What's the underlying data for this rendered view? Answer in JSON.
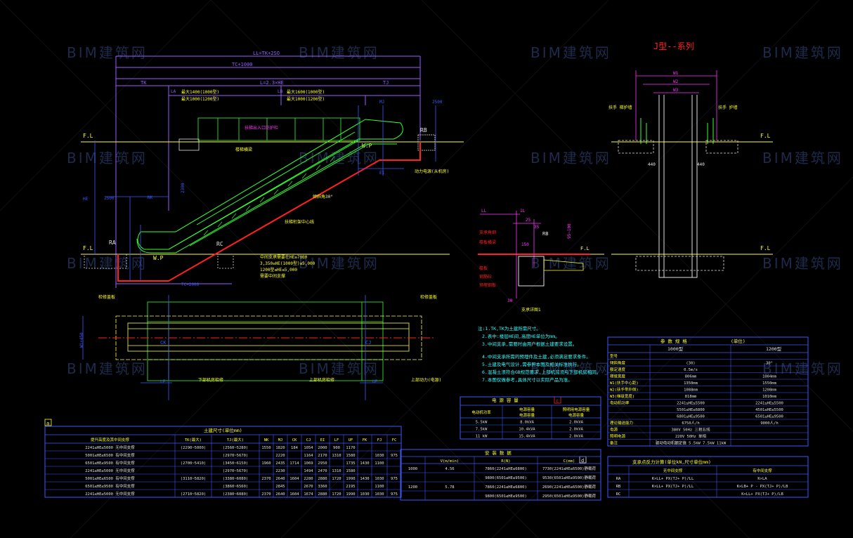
{
  "drawing": {
    "series_title": "J型--系列",
    "watermark": "BIM建筑网",
    "colors": {
      "bg": "#000000",
      "blue": "#3a58ff",
      "yellow": "#ffff33",
      "green": "#33ff33",
      "red": "#ff2020",
      "magenta": "#ff33ff",
      "cyan": "#33ffff",
      "white": "#e0e0e0",
      "violet": "#9a5cff"
    }
  },
  "elevation": {
    "dim_ll": "LL=TK+2SO",
    "dim_tc": "TC+1000",
    "dim_l": "L=2.3×HE",
    "dim_tk": "TK",
    "dim_tj": "TJ",
    "dim_la": "LA",
    "dim_lb": "LB",
    "note_la1": "最大1400(1000型)",
    "note_la2": "最大1000(1200型)",
    "note_lb1": "最大1600(1000型)",
    "note_lb2": "最大1000(1200型)",
    "label_fl_upper": "F.L",
    "label_fl_lower": "F.L",
    "label_wp_upper": "W.P",
    "label_wp_lower": "W.P",
    "label_ra": "RA",
    "label_rb": "RB",
    "label_rc": "RC",
    "label_nk": "NK",
    "label_mj": "MJ",
    "label_ei": "EI",
    "label_he": "HE",
    "dim_2500_left": "2500",
    "dim_2500_right": "2500",
    "dim_tc2000": "TC+2000",
    "dim_2300": "2300",
    "note_stair": "楼梯横梁",
    "note_truss": "扶梯桁架中心线",
    "note_support": "中间支承需要在HE≥7000",
    "note_support2": "3,350≤HE(1000型)≤5,000",
    "note_support3": "1200型≤HE≤5,000",
    "note_support4": "需要中间支撑",
    "note_top": "扶梯出入口防护栏",
    "note_power": "动力电源(从机房)",
    "note_slope": "倾斜角30°"
  },
  "plan": {
    "label_ck": "CK",
    "label_cj": "CJ",
    "label_lf": "LF",
    "label_uf": "UF",
    "label_wi": "W1+450",
    "note_left": "检修盖板",
    "note_right": "检修盖板",
    "note_bottom1": "下部机房检修",
    "note_bottom2": "上部机房检修",
    "note_bottom3": "上部动力(电源)"
  },
  "section": {
    "label_w1": "W1",
    "label_w2": "W2",
    "label_w3": "W3",
    "label_fl_left": "F.L",
    "label_fl_right": "F.L",
    "label_1": "扶手 梯护墙",
    "label_2": "扶手 护墙",
    "label_440a": "440",
    "label_440b": "440"
  },
  "detail": {
    "label_ll": "LL",
    "label_l1": "1L",
    "label_25": "25",
    "label_35": "35",
    "label_150": "150",
    "label_fl": "F.L",
    "label_rb": "RB",
    "label_95": "95~100",
    "note_a": "支承角钢",
    "note_b": "楼板横梁",
    "note_c": "楼板",
    "note_d": "钢筋砼",
    "note_e": "预埋钢板",
    "label_30": "30",
    "label_detail": "支承详图1"
  },
  "notes": {
    "lines": [
      "注:1.TK,TK为土建所需尺寸。",
      "2.表中:楼层HE间,高度HE单位为mm。",
      "3.中间支承,需要时由用户根据土建要求设置。",
      "4.中间支承所需的预埋件及土建,必须满足要求条件。",
      "5.土建及电气设计,需参照本图及相关标准执行。",
      "6.混凝土须符合GB规范要求,上部机房须与下部机房相同。",
      "7.本图仅做参考,具体尺寸以实际产品为准。"
    ]
  },
  "table_left": {
    "marker": "a",
    "title": "土建尺寸(单位mm)",
    "headers": [
      "提升高度及其中间支撑",
      "TK(最大)",
      "TJ(最大)",
      "NK",
      "MJ",
      "CK",
      "CJ",
      "EI",
      "LF",
      "UF",
      "FK",
      "FJ",
      "FC"
    ],
    "rows": [
      [
        "2241≤HE≤5000  无中间支撑",
        "(2290~5000)",
        "(2560~5280)",
        "1550",
        "1820",
        "184",
        "1054",
        "2000",
        "900",
        "1170",
        "",
        "",
        ""
      ],
      [
        "5001≤HE≤6500  有中间支撑",
        "",
        "(2970~5670)",
        "",
        "2220",
        "",
        "1164",
        "2170",
        "1310",
        "1580",
        "",
        "1030",
        "975"
      ],
      [
        "6501≤HE≤9500  有中间支撑",
        "(2700~5410)",
        "(3450~6150)",
        "1960",
        "2435",
        "1714",
        "1069",
        "2950",
        "",
        "1735",
        "1430",
        "1100",
        ""
      ],
      [
        "2241≤HE≤5000  无中间支撑",
        "",
        "(2970~5670)",
        "",
        "2230",
        "",
        "1494",
        "2470",
        "1310",
        "1580",
        "",
        "",
        ""
      ],
      [
        "5001≤HE≤6500  有中间支撑",
        "(3110~5820)",
        "(3380~6080)",
        "2370",
        "2640",
        "1604",
        "2280",
        "2880",
        "1720",
        "1990",
        "1430",
        "1030",
        "975"
      ],
      [
        "6501≤HE≤9500  有中间支撑",
        "",
        "(3860~6560)",
        "",
        "2845",
        "",
        "2670",
        "3360",
        "",
        "2195",
        "",
        "1100",
        ""
      ],
      [
        "2241≤HE≤5000  无中间支撑",
        "(2710~5820)",
        "(2380~6080)",
        "2370",
        "2640",
        "1604",
        "1674",
        "2880",
        "1720",
        "1990",
        "1030",
        "1030",
        "975"
      ]
    ]
  },
  "table_power": {
    "marker": "c",
    "title": "电 源 容 量",
    "headers": [
      "电动机功率",
      "电源容量\n电源容量",
      "照明用电源容量\n电源容量"
    ],
    "rows": [
      [
        "5.5kW",
        "8.0kVA",
        "2.0kVA"
      ],
      [
        "7.5kW",
        "10.4kVA",
        "2.0kVA"
      ],
      [
        "11 kW",
        "15.4kVA",
        "2.0kVA"
      ]
    ]
  },
  "table_speed": {
    "marker": "d",
    "title": "安 装 数 据",
    "headers": [
      "",
      "V(m/min)",
      "R(N)",
      "C(mm)",
      ""
    ],
    "rows": [
      [
        "1000",
        "4.56",
        "7860(2241≤HE≤6800)",
        "7730(2241≤HE≤6500)静载荷"
      ],
      [
        "",
        "",
        "9800(6501≤HE≤9500)",
        "9530(6501≤HE≤9500)静载荷"
      ],
      [
        "1200",
        "5.78",
        "7860(2241≤HE≤6800)",
        "2690(2241≤HE≤6500)静载荷"
      ],
      [
        "",
        "",
        "9800(6501≤HE≤9500)",
        "2950(6501≤HE≤9500)静载荷"
      ]
    ]
  },
  "table_spec": {
    "title": "参 数 规 格",
    "unit": "(单位)",
    "col1": "1000型",
    "col2": "1200型",
    "rows": [
      [
        "型号",
        "",
        ""
      ],
      [
        "倾斜角度",
        "(30)",
        "30°"
      ],
      [
        "额定速度",
        "0.5m/s",
        ""
      ],
      [
        "梯级宽度",
        "806mm",
        "1004mm"
      ],
      [
        "W1(扶手中心距)",
        "1350mm",
        "1550mm"
      ],
      [
        "W2(扶手带外侧)",
        "1088mm",
        "1208mm"
      ],
      [
        "W3(梯级宽度)",
        "818mm",
        "1010mm"
      ],
      [
        "电动机功率",
        "2241≤HE≤5500",
        "2241≤HE≤5500"
      ],
      [
        "",
        "5501≤HE≤6800",
        "4501≤HE≤5500"
      ],
      [
        "",
        "6801≤HE≤9500",
        "6501≤HE≤9500"
      ],
      [
        "理论输送能力",
        "6750人/h",
        "9000人/h"
      ],
      [
        "电源",
        "380V 50Hz 三相五线",
        ""
      ],
      [
        "照明电源",
        "220V 50Hz 单相",
        ""
      ],
      [
        "备注",
        "驱动电动机额定值 5.5kW 7.5kW 11kW",
        ""
      ]
    ]
  },
  "table_reaction": {
    "title": "支承点反力计算(单位kN,尺寸单位mm)",
    "headers": [
      "",
      "无中间支撑",
      "有中间支撑"
    ],
    "rows": [
      [
        "RA",
        "K×LL+ PX(TJ+ P)/LL",
        "K×LA"
      ],
      [
        "RB",
        "K×LL+ PX(TJ+ P)/LL",
        "K×LB+ P - PX(TJ+ P)/LB"
      ],
      [
        "RC",
        "",
        "K×LL+ PX(TJ+ P)/LB"
      ]
    ]
  }
}
